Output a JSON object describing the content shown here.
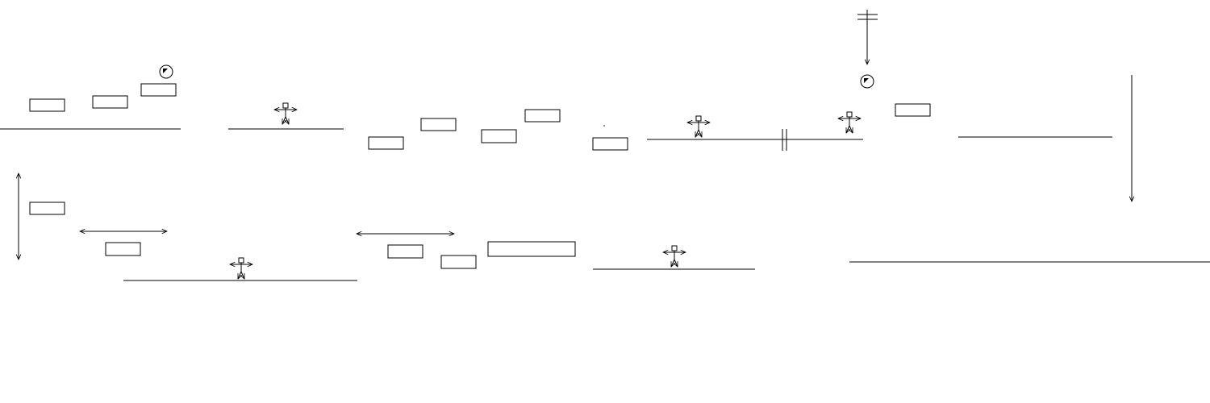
{
  "diagram": {
    "background": "#ffffff",
    "stroke_color": "#000000",
    "icon_names": [
      "stick-figure-icon",
      "dial-icon",
      "double-arrow-icon",
      "arrow-icon",
      "break-mark-icon",
      "input-box"
    ],
    "boxes": [
      {
        "id": "box-1"
      },
      {
        "id": "box-2"
      },
      {
        "id": "box-3"
      },
      {
        "id": "box-4"
      },
      {
        "id": "box-5"
      },
      {
        "id": "box-6"
      },
      {
        "id": "box-7"
      },
      {
        "id": "box-8"
      },
      {
        "id": "box-9"
      },
      {
        "id": "box-10"
      },
      {
        "id": "box-11"
      },
      {
        "id": "box-12"
      },
      {
        "id": "box-13"
      },
      {
        "id": "box-14"
      }
    ],
    "figures": [
      {
        "id": "figure-1"
      },
      {
        "id": "figure-2"
      },
      {
        "id": "figure-3"
      },
      {
        "id": "figure-4"
      },
      {
        "id": "figure-5"
      },
      {
        "id": "figure-6"
      }
    ],
    "dials": [
      {
        "id": "dial-1"
      },
      {
        "id": "dial-2"
      }
    ]
  }
}
